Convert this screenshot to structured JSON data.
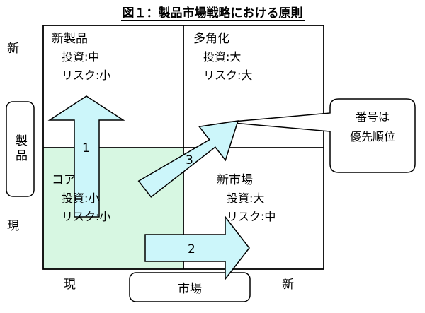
{
  "title": "図１：製品市場戦略における原則",
  "axis": {
    "y_label": "製品",
    "y_top": "新",
    "y_bottom": "現",
    "x_label": "市場",
    "x_left": "現",
    "x_right": "新"
  },
  "quadrants": {
    "top_left": {
      "title": "新製品",
      "invest": "投資:中",
      "risk": "リスク:小"
    },
    "top_right": {
      "title": "多角化",
      "invest": "投資:大",
      "risk": "リスク:大"
    },
    "bottom_left": {
      "title": "コア",
      "invest": "投資:小",
      "risk": "リスク:小"
    },
    "bottom_right": {
      "title": "新市場",
      "invest": "投資:大",
      "risk": "リスク:中"
    }
  },
  "arrows": {
    "a1": "1",
    "a2": "2",
    "a3": "3"
  },
  "callout": {
    "line1": "番号は",
    "line2": "優先順位"
  },
  "colors": {
    "core_fill": "#d7f7e2",
    "arrow_fill": "#ccf6fa",
    "line": "#000000"
  }
}
